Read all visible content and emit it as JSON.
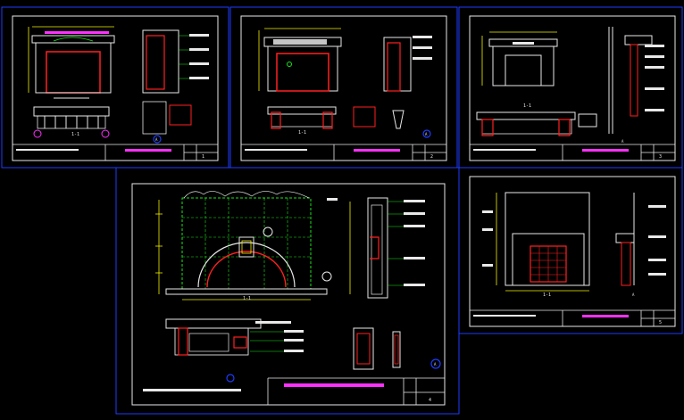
{
  "colors": {
    "background": "#000000",
    "frame": "#1e3cff",
    "cyan": "#00e5ff",
    "green": "#19e619",
    "yellow": "#f0f000",
    "red": "#ff2020",
    "magenta": "#ff30ff",
    "white": "#e8e8e8"
  },
  "sheets": [
    {
      "id": "sheet-1",
      "scale_marks": [
        "1-1",
        "A"
      ],
      "sheet_no": "1"
    },
    {
      "id": "sheet-2",
      "scale_marks": [
        "1-1",
        "A"
      ],
      "sheet_no": "2"
    },
    {
      "id": "sheet-3",
      "scale_marks": [
        "1-1",
        "A"
      ],
      "sheet_no": "3"
    },
    {
      "id": "sheet-4",
      "scale_marks": [
        "1-1",
        "A"
      ],
      "sheet_no": "4"
    },
    {
      "id": "sheet-5",
      "scale_marks": [
        "1-1",
        "A"
      ],
      "sheet_no": "5"
    }
  ]
}
